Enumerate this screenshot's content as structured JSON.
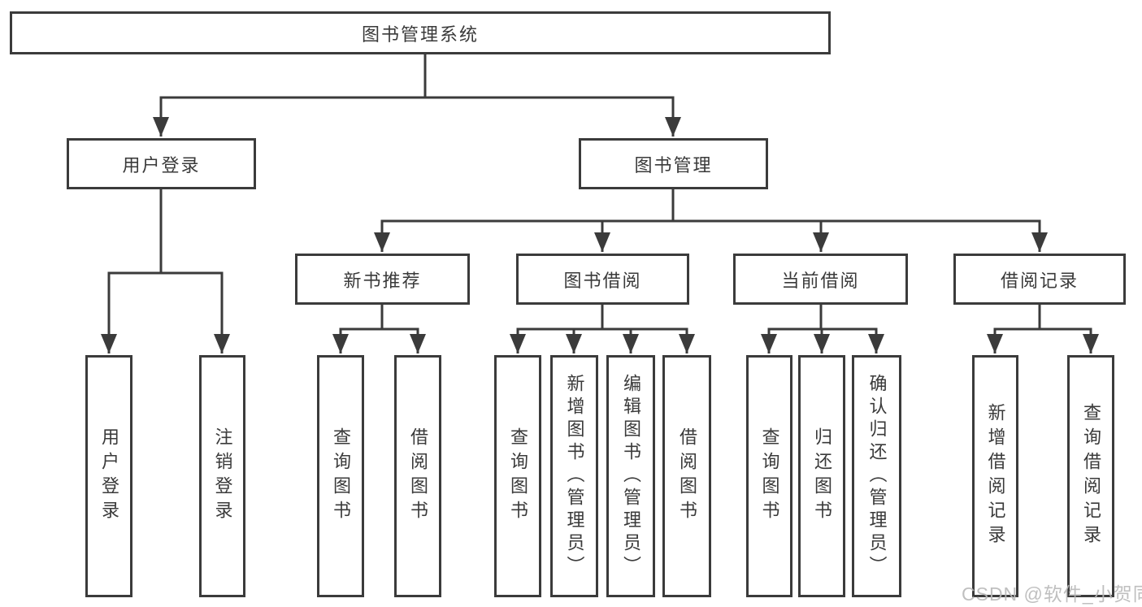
{
  "diagram": {
    "type": "hierarchy-tree",
    "tree": {
      "label": "图书管理系统",
      "children": [
        {
          "label": "用户登录",
          "children": [
            {
              "label": "用户登录"
            },
            {
              "label": "注销登录"
            }
          ]
        },
        {
          "label": "图书管理",
          "children": [
            {
              "label": "新书推荐",
              "children": [
                {
                  "label": "查询图书"
                },
                {
                  "label": "借阅图书"
                }
              ]
            },
            {
              "label": "图书借阅",
              "children": [
                {
                  "label": "查询图书"
                },
                {
                  "label": "新增图书（管理员）"
                },
                {
                  "label": "编辑图书（管理员）"
                },
                {
                  "label": "借阅图书"
                }
              ]
            },
            {
              "label": "当前借阅",
              "children": [
                {
                  "label": "查询图书"
                },
                {
                  "label": "归还图书"
                },
                {
                  "label": "确认归还（管理员）"
                }
              ]
            },
            {
              "label": "借阅记录",
              "children": [
                {
                  "label": "新增借阅记录"
                },
                {
                  "label": "查询借阅记录"
                }
              ]
            }
          ]
        }
      ]
    },
    "watermark": {
      "text": "CSDN @软件_小贺同学"
    }
  },
  "colors": {
    "line": "#3b3b3b",
    "text": "#3a3a3a",
    "box-fill": "#ffffff",
    "watermark": "#b9b9b9",
    "background": "#ffffff"
  }
}
